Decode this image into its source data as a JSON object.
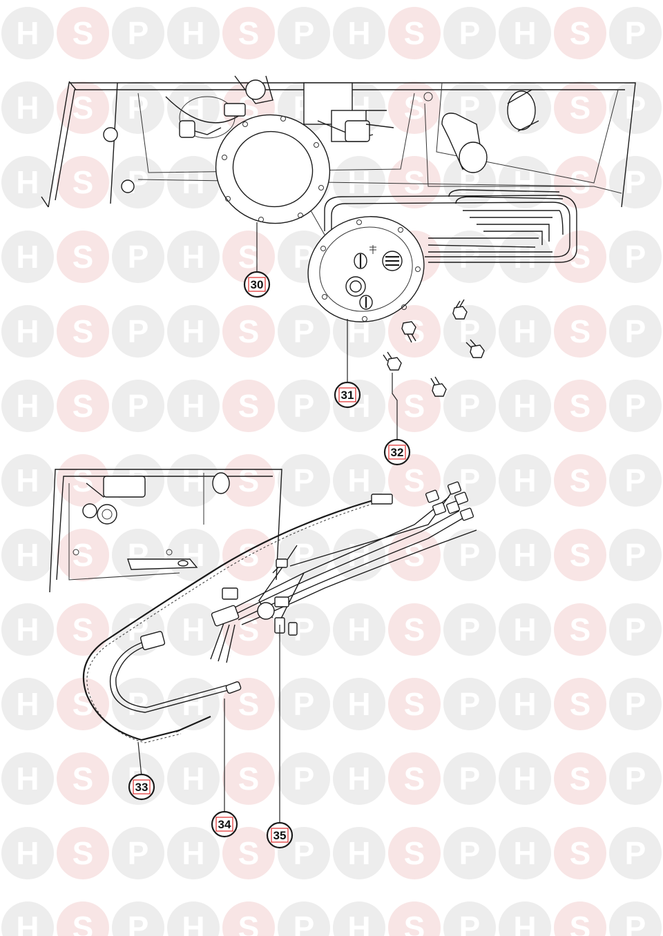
{
  "watermark": {
    "letters": [
      "H",
      "S",
      "P"
    ],
    "colors": {
      "H": "#dedede",
      "S": "#f3cfcf",
      "P": "#dedede"
    }
  },
  "callouts": [
    {
      "id": "30",
      "label": "30"
    },
    {
      "id": "31",
      "label": "31"
    },
    {
      "id": "32",
      "label": "32"
    },
    {
      "id": "33",
      "label": "33"
    },
    {
      "id": "34",
      "label": "34"
    },
    {
      "id": "35",
      "label": "35"
    }
  ],
  "colors": {
    "label_box": "#e23a3a",
    "line": "#1a1a1a"
  }
}
